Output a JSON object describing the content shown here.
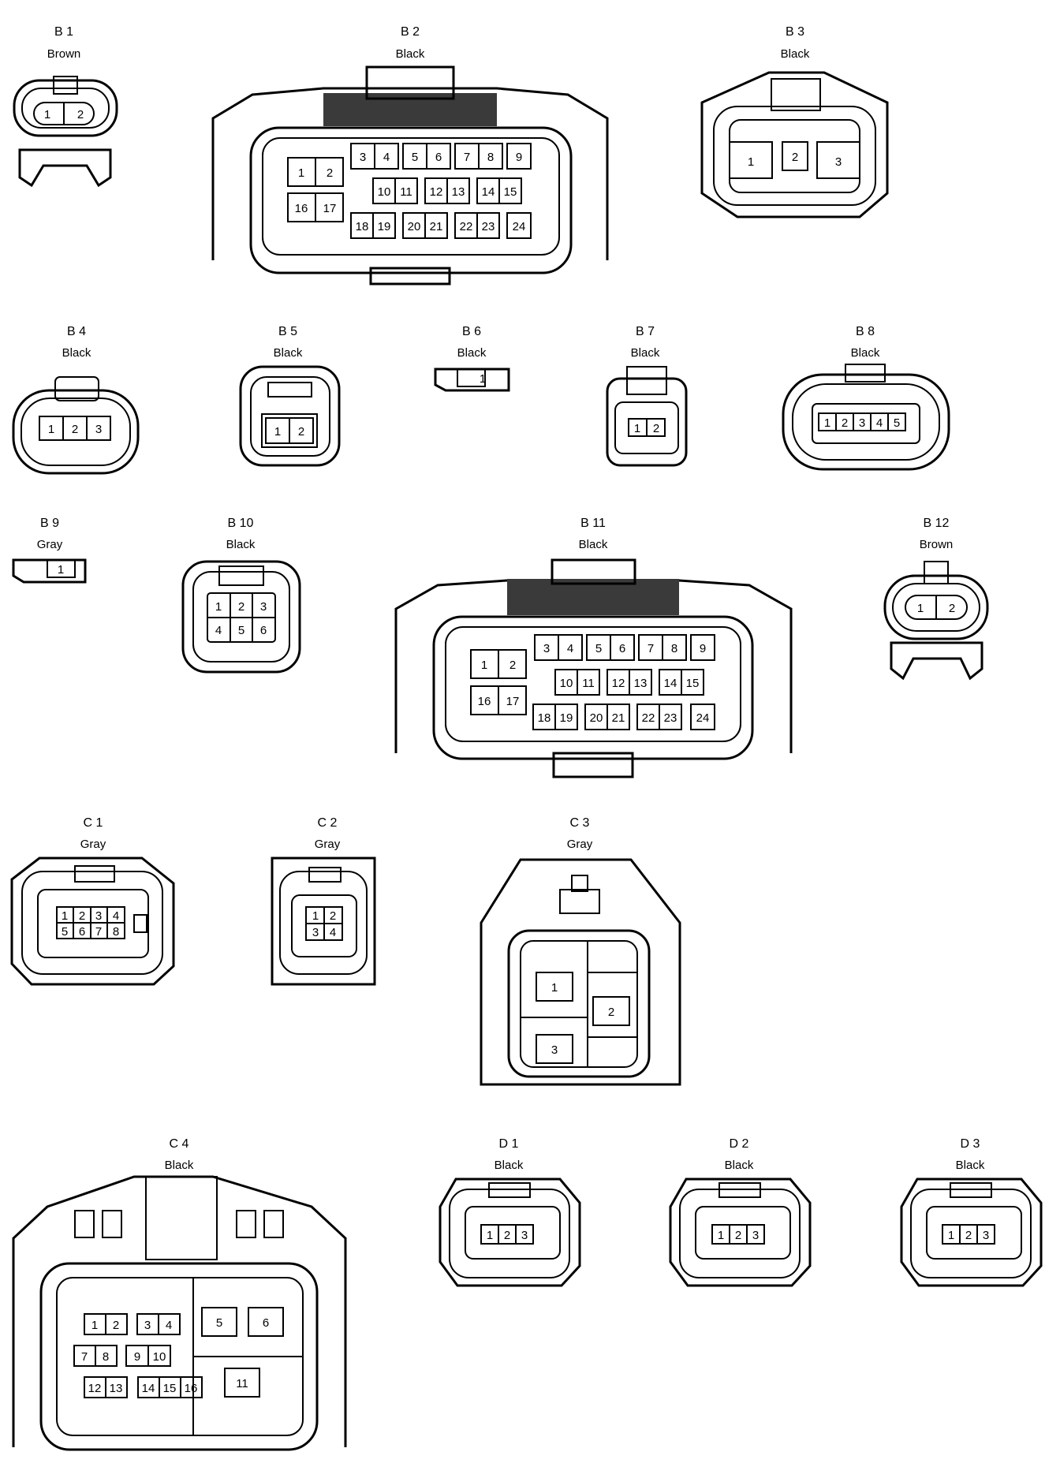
{
  "connectors": {
    "B1": {
      "id": "B 1",
      "color": "Brown",
      "pins": [
        "1",
        "2"
      ]
    },
    "B2": {
      "id": "B 2",
      "color": "Black",
      "pins": [
        "1",
        "2",
        "3",
        "4",
        "5",
        "6",
        "7",
        "8",
        "9",
        "10",
        "11",
        "12",
        "13",
        "14",
        "15",
        "16",
        "17",
        "18",
        "19",
        "20",
        "21",
        "22",
        "23",
        "24"
      ]
    },
    "B3": {
      "id": "B 3",
      "color": "Black",
      "pins": [
        "1",
        "2",
        "3"
      ]
    },
    "B4": {
      "id": "B 4",
      "color": "Black",
      "pins": [
        "1",
        "2",
        "3"
      ]
    },
    "B5": {
      "id": "B 5",
      "color": "Black",
      "pins": [
        "1",
        "2"
      ]
    },
    "B6": {
      "id": "B 6",
      "color": "Black",
      "pins": [
        "1"
      ]
    },
    "B7": {
      "id": "B 7",
      "color": "Black",
      "pins": [
        "1",
        "2"
      ]
    },
    "B8": {
      "id": "B 8",
      "color": "Black",
      "pins": [
        "1",
        "2",
        "3",
        "4",
        "5"
      ]
    },
    "B9": {
      "id": "B 9",
      "color": "Gray",
      "pins": [
        "1"
      ]
    },
    "B10": {
      "id": "B 10",
      "color": "Black",
      "pins": [
        "1",
        "2",
        "3",
        "4",
        "5",
        "6"
      ]
    },
    "B11": {
      "id": "B 11",
      "color": "Black",
      "pins": [
        "1",
        "2",
        "3",
        "4",
        "5",
        "6",
        "7",
        "8",
        "9",
        "10",
        "11",
        "12",
        "13",
        "14",
        "15",
        "16",
        "17",
        "18",
        "19",
        "20",
        "21",
        "22",
        "23",
        "24"
      ]
    },
    "B12": {
      "id": "B 12",
      "color": "Brown",
      "pins": [
        "1",
        "2"
      ]
    },
    "C1": {
      "id": "C 1",
      "color": "Gray",
      "pins": [
        "1",
        "2",
        "3",
        "4",
        "5",
        "6",
        "7",
        "8"
      ]
    },
    "C2": {
      "id": "C 2",
      "color": "Gray",
      "pins": [
        "1",
        "2",
        "3",
        "4"
      ]
    },
    "C3": {
      "id": "C 3",
      "color": "Gray",
      "pins": [
        "1",
        "2",
        "3"
      ]
    },
    "C4": {
      "id": "C 4",
      "color": "Black",
      "pins": [
        "1",
        "2",
        "3",
        "4",
        "5",
        "6",
        "7",
        "8",
        "9",
        "10",
        "11",
        "12",
        "13",
        "14",
        "15",
        "16"
      ]
    },
    "D1": {
      "id": "D 1",
      "color": "Black",
      "pins": [
        "1",
        "2",
        "3"
      ]
    },
    "D2": {
      "id": "D 2",
      "color": "Black",
      "pins": [
        "1",
        "2",
        "3"
      ]
    },
    "D3": {
      "id": "D 3",
      "color": "Black",
      "pins": [
        "1",
        "2",
        "3"
      ]
    }
  }
}
